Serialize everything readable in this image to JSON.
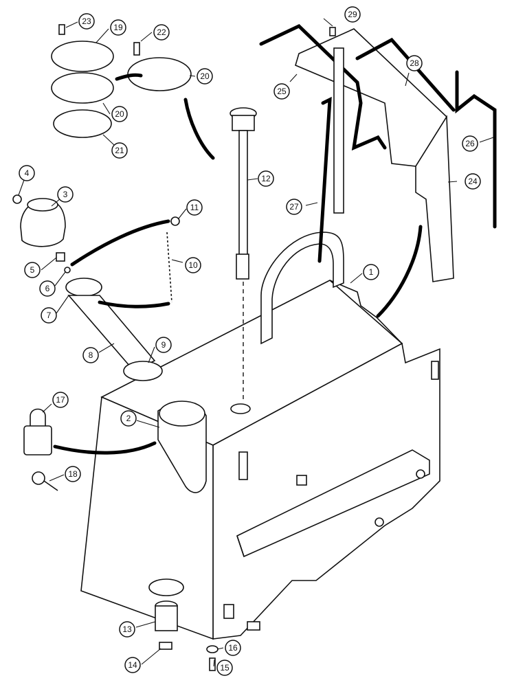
{
  "callouts": [
    {
      "id": "1",
      "label": "1"
    },
    {
      "id": "2",
      "label": "2"
    },
    {
      "id": "3",
      "label": "3"
    },
    {
      "id": "4",
      "label": "4"
    },
    {
      "id": "5",
      "label": "5"
    },
    {
      "id": "6",
      "label": "6"
    },
    {
      "id": "7",
      "label": "7"
    },
    {
      "id": "8",
      "label": "8"
    },
    {
      "id": "9",
      "label": "9"
    },
    {
      "id": "10",
      "label": "10"
    },
    {
      "id": "11",
      "label": "11"
    },
    {
      "id": "12",
      "label": "12"
    },
    {
      "id": "13",
      "label": "13"
    },
    {
      "id": "14",
      "label": "14"
    },
    {
      "id": "15",
      "label": "15"
    },
    {
      "id": "16",
      "label": "16"
    },
    {
      "id": "17",
      "label": "17"
    },
    {
      "id": "18",
      "label": "18"
    },
    {
      "id": "19",
      "label": "19"
    },
    {
      "id": "20a",
      "label": "20"
    },
    {
      "id": "20b",
      "label": "20"
    },
    {
      "id": "21",
      "label": "21"
    },
    {
      "id": "22",
      "label": "22"
    },
    {
      "id": "23",
      "label": "23"
    },
    {
      "id": "24",
      "label": "24"
    },
    {
      "id": "25",
      "label": "25"
    },
    {
      "id": "26",
      "label": "26"
    },
    {
      "id": "27",
      "label": "27"
    },
    {
      "id": "28",
      "label": "28"
    },
    {
      "id": "29",
      "label": "29"
    }
  ]
}
